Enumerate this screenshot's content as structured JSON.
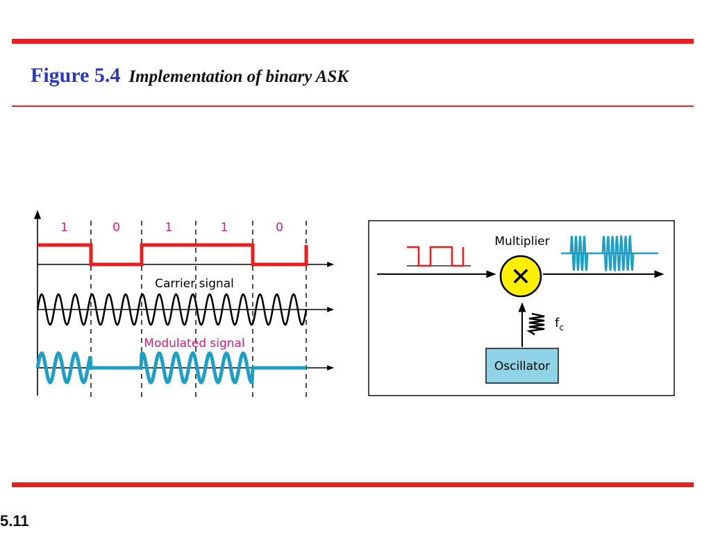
{
  "slide": {
    "figure_label": "Figure 5.4",
    "figure_caption": "Implementation of binary ASK",
    "page_number": "5.11"
  },
  "waveforms": {
    "bits": [
      "1",
      "0",
      "1",
      "1",
      "0"
    ],
    "carrier_label": "Carrier signal",
    "modulated_label": "Modulated signal"
  },
  "block_diagram": {
    "multiplier_label": "Multiplier",
    "multiplier_symbol": "✕",
    "frequency_label": "f",
    "frequency_subscript": "c",
    "oscillator_label": "Oscillator"
  },
  "colors": {
    "accent_red": "#ee1c1c",
    "title_blue": "#2a3ac6",
    "bit_label_magenta": "#e0157f",
    "modulated_cyan": "#1a9fc6",
    "multiplier_yellow": "#fff000",
    "oscillator_blue": "#8fd3e6"
  }
}
